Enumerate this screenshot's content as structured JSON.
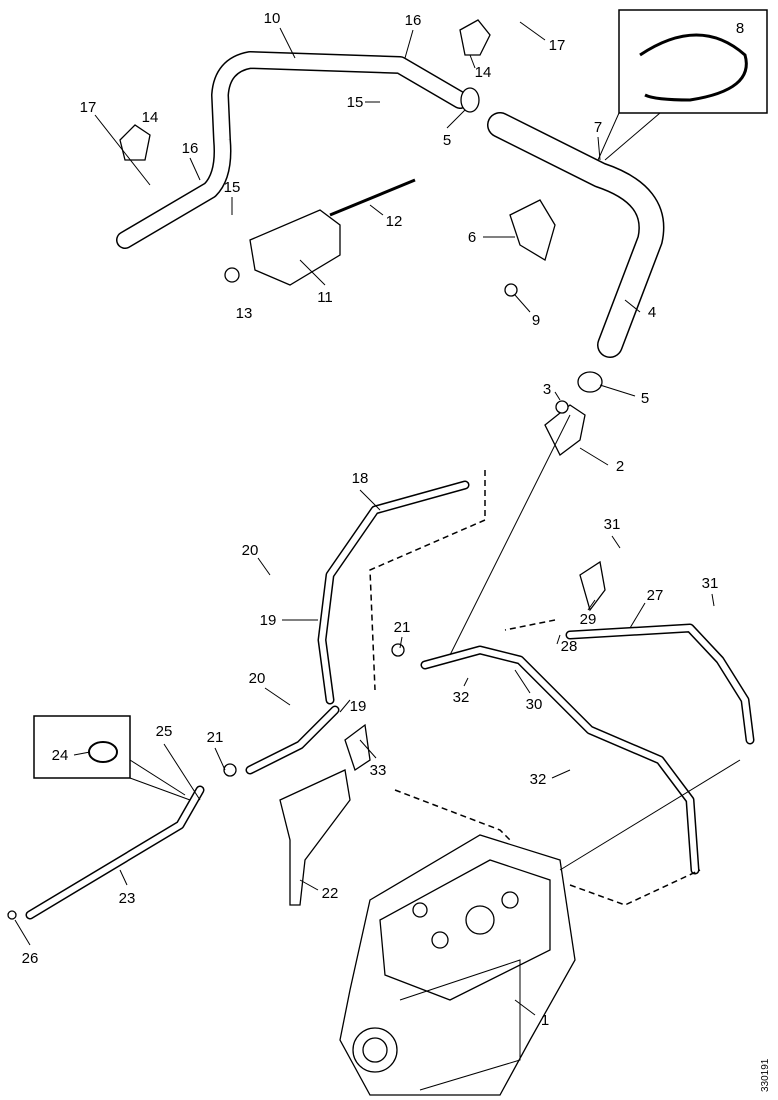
{
  "diagram": {
    "drawing_code": "330191",
    "callouts": [
      {
        "id": "c10",
        "text": "10"
      },
      {
        "id": "c16a",
        "text": "16"
      },
      {
        "id": "c17a",
        "text": "17"
      },
      {
        "id": "c14a",
        "text": "14"
      },
      {
        "id": "c8",
        "text": "8"
      },
      {
        "id": "c15a",
        "text": "15"
      },
      {
        "id": "c5a",
        "text": "5"
      },
      {
        "id": "c7",
        "text": "7"
      },
      {
        "id": "c17b",
        "text": "17"
      },
      {
        "id": "c14b",
        "text": "14"
      },
      {
        "id": "c16b",
        "text": "16"
      },
      {
        "id": "c15b",
        "text": "15"
      },
      {
        "id": "c12",
        "text": "12"
      },
      {
        "id": "c6",
        "text": "6"
      },
      {
        "id": "c13",
        "text": "13"
      },
      {
        "id": "c11",
        "text": "11"
      },
      {
        "id": "c9",
        "text": "9"
      },
      {
        "id": "c4",
        "text": "4"
      },
      {
        "id": "c3",
        "text": "3"
      },
      {
        "id": "c5b",
        "text": "5"
      },
      {
        "id": "c2",
        "text": "2"
      },
      {
        "id": "c18",
        "text": "18"
      },
      {
        "id": "c31a",
        "text": "31"
      },
      {
        "id": "c20a",
        "text": "20"
      },
      {
        "id": "c31b",
        "text": "31"
      },
      {
        "id": "c27",
        "text": "27"
      },
      {
        "id": "c19a",
        "text": "19"
      },
      {
        "id": "c29",
        "text": "29"
      },
      {
        "id": "c21a",
        "text": "21"
      },
      {
        "id": "c28",
        "text": "28"
      },
      {
        "id": "c20b",
        "text": "20"
      },
      {
        "id": "c32a",
        "text": "32"
      },
      {
        "id": "c19b",
        "text": "19"
      },
      {
        "id": "c30",
        "text": "30"
      },
      {
        "id": "c25",
        "text": "25"
      },
      {
        "id": "c21b",
        "text": "21"
      },
      {
        "id": "c24",
        "text": "24"
      },
      {
        "id": "c33",
        "text": "33"
      },
      {
        "id": "c32b",
        "text": "32"
      },
      {
        "id": "c22",
        "text": "22"
      },
      {
        "id": "c23",
        "text": "23"
      },
      {
        "id": "c26",
        "text": "26"
      },
      {
        "id": "c1",
        "text": "1"
      }
    ]
  }
}
